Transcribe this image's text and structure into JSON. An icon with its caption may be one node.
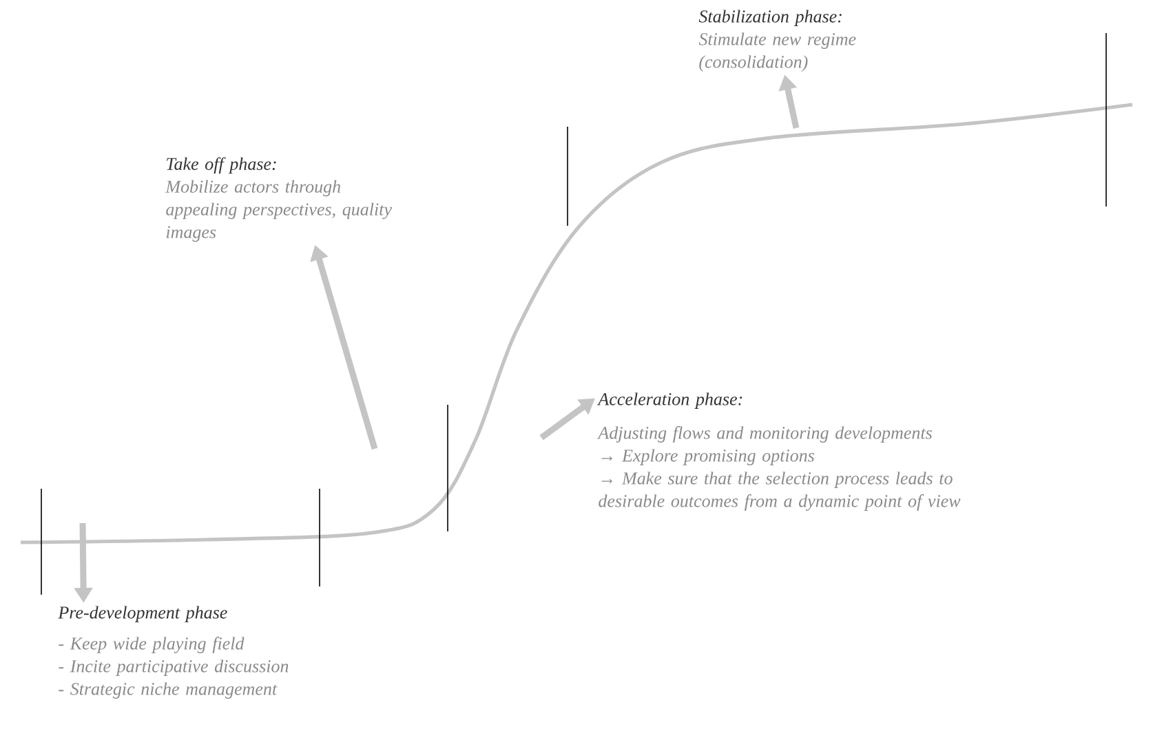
{
  "diagram": {
    "nodes": [
      {
        "text": [
          "Take off phase:",
          "Mobilize actors through appealing perspectives, quality images"
        ]
      },
      {
        "text": [
          "Stabilization phase:",
          "Stimulate new regime (consolidation)"
        ]
      },
      {
        "text": [
          "Acceleration phase:",
          "Adjusting flows and monitoring developments",
          "→ Explore promising options",
          "→ Make sure that the selection process leads to desirable outcomes from a dynamic point of view"
        ]
      },
      {
        "text": [
          "Pre-development phase",
          "- Keep wide playing field",
          "- Incite participative discussion",
          "- Strategic niche management"
        ]
      }
    ],
    "edges": [
      {
        "from": null,
        "to": 0,
        "arrow": "to"
      },
      {
        "from": null,
        "to": 1,
        "arrow": "to"
      },
      {
        "from": null,
        "to": 2,
        "arrow": "to"
      },
      {
        "from": null,
        "to": 3,
        "arrow": "to"
      }
    ]
  }
}
